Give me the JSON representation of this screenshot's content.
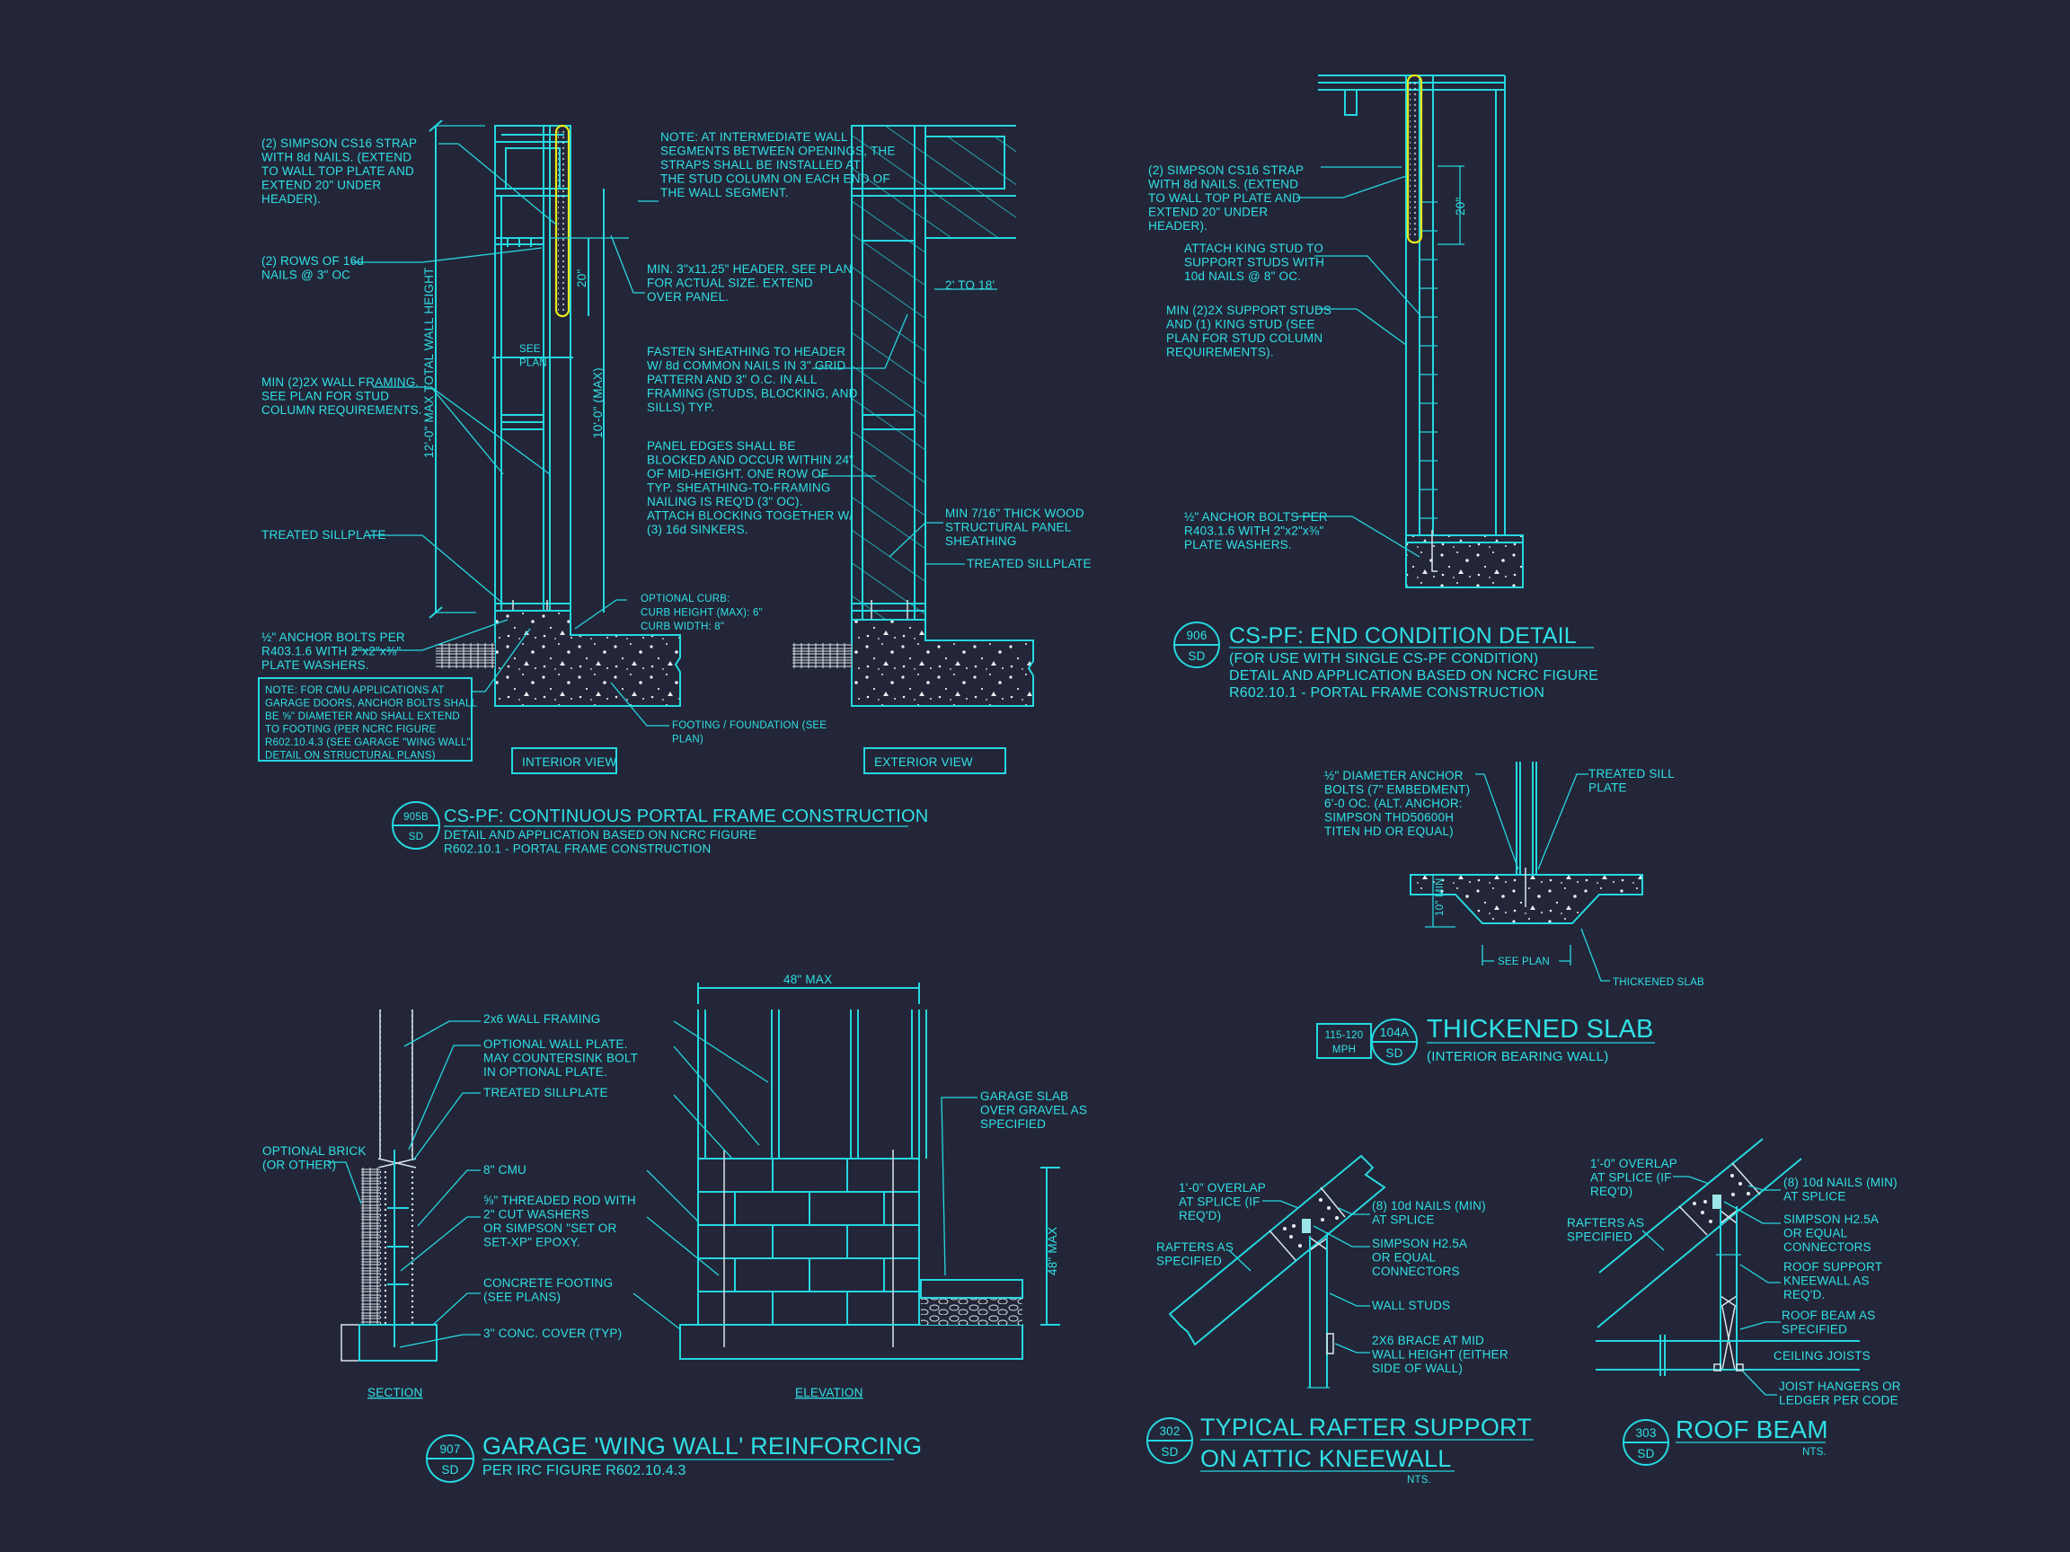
{
  "colors": {
    "background": "#232638",
    "linework": "#25d8e0",
    "strap": "#e8e81a"
  },
  "d905b": {
    "notes": {
      "strap": [
        "(2) SIMPSON CS16 STRAP",
        "WITH 8d NAILS. (EXTEND",
        "TO WALL TOP PLATE AND",
        "EXTEND 20\" UNDER",
        "HEADER)."
      ],
      "rows": [
        "(2) ROWS OF 16d",
        "NAILS @ 3\" OC"
      ],
      "framing": [
        "MIN (2)2X WALL FRAMING.",
        "SEE PLAN FOR STUD",
        "COLUMN REQUIREMENTS."
      ],
      "sillplate": [
        "TREATED SILLPLATE"
      ],
      "anchor": [
        "½\" ANCHOR BOLTS PER",
        "R403.1.6 WITH 2\"x2\"x⅜\"",
        "PLATE WASHERS."
      ],
      "cmu": [
        "NOTE: FOR CMU APPLICATIONS AT",
        "GARAGE DOORS, ANCHOR BOLTS SHALL",
        "BE ⅝\" DIAMETER AND SHALL EXTEND",
        "TO FOOTING (PER NCRC FIGURE",
        "R602.10.4.3 (SEE GARAGE \"WING WALL\"",
        "DETAIL ON STRUCTURAL PLANS)"
      ],
      "intermediate": [
        "NOTE: AT INTERMEDIATE WALL",
        "SEGMENTS BETWEEN OPENINGS, THE",
        "STRAPS SHALL BE INSTALLED AT",
        "THE STUD COLUMN ON EACH END OF",
        "THE WALL SEGMENT."
      ],
      "header": [
        "MIN. 3\"x11.25\" HEADER. SEE PLAN",
        "FOR ACTUAL SIZE. EXTEND",
        "OVER PANEL."
      ],
      "fasten": [
        "FASTEN SHEATHING TO HEADER",
        "W/ 8d COMMON NAILS IN 3\" GRID",
        "PATTERN AND 3\" O.C. IN ALL",
        "FRAMING (STUDS, BLOCKING, AND",
        "SILLS) TYP."
      ],
      "panel": [
        "PANEL EDGES SHALL BE",
        "BLOCKED AND OCCUR WITHIN 24\"",
        "OF MID-HEIGHT.  ONE ROW OF",
        "TYP. SHEATHING-TO-FRAMING",
        "NAILING IS REQ'D (3\" OC).",
        "ATTACH BLOCKING TOGETHER W/",
        "(3) 16d SINKERS."
      ],
      "sheathing": [
        "MIN 7/16\" THICK WOOD",
        "STRUCTURAL PANEL",
        "SHEATHING"
      ],
      "sillplate_ext": [
        "TREATED SILLPLATE"
      ],
      "curb": [
        "OPTIONAL CURB:",
        "CURB HEIGHT (MAX): 6\"",
        "CURB WIDTH: 8\""
      ],
      "footing": [
        "FOOTING / FOUNDATION (SEE",
        "PLAN)"
      ]
    },
    "dims": {
      "total_height": "12'-0\" MAX TOTAL WALL HEIGHT",
      "max_height": "10'-0\" (MAX)",
      "strap_len": "20\"",
      "see_plan": [
        "SEE",
        "PLAN"
      ],
      "width_range": "2' TO 18'"
    },
    "views": {
      "interior": "INTERIOR VIEW",
      "exterior": "EXTERIOR VIEW"
    },
    "tag": {
      "number": "905B",
      "sheet": "SD"
    },
    "title": "CS-PF: CONTINUOUS PORTAL FRAME CONSTRUCTION",
    "subtitle": [
      "DETAIL AND APPLICATION BASED ON NCRC FIGURE",
      "R602.10.1 - PORTAL FRAME CONSTRUCTION"
    ]
  },
  "d906": {
    "notes": {
      "strap": [
        "(2) SIMPSON CS16 STRAP",
        "WITH 8d NAILS. (EXTEND",
        "TO WALL TOP PLATE AND",
        "EXTEND 20\" UNDER",
        "HEADER)."
      ],
      "king": [
        "ATTACH KING STUD TO",
        "SUPPORT STUDS WITH",
        "10d NAILS @ 8\" OC."
      ],
      "support": [
        "MIN (2)2X SUPPORT STUDS",
        "AND (1) KING STUD (SEE",
        "PLAN FOR STUD COLUMN",
        "REQUIREMENTS)."
      ],
      "anchor": [
        "½\" ANCHOR BOLTS PER",
        "R403.1.6 WITH 2\"x2\"x⅜\"",
        "PLATE WASHERS."
      ]
    },
    "dims": {
      "strap_len": "20\""
    },
    "tag": {
      "number": "906",
      "sheet": "SD"
    },
    "title": "CS-PF: END CONDITION DETAIL",
    "subtitle": [
      "(FOR USE WITH SINGLE CS-PF CONDITION)",
      "DETAIL AND APPLICATION BASED ON NCRC FIGURE",
      "R602.10.1 - PORTAL FRAME CONSTRUCTION"
    ]
  },
  "d104a": {
    "notes": {
      "anchor": [
        "½\" DIAMETER ANCHOR",
        "BOLTS (7\" EMBEDMENT)",
        "6'-0 OC. (ALT. ANCHOR:",
        "SIMPSON THD50600H",
        "TITEN HD OR EQUAL)"
      ],
      "sill": [
        "TREATED SILL",
        "PLATE"
      ],
      "slab": [
        "THICKENED SLAB"
      ]
    },
    "dims": {
      "depth": "10\" MIN",
      "see_plan": "SEE PLAN"
    },
    "wind": [
      "115-120",
      "MPH"
    ],
    "tag": {
      "number": "104A",
      "sheet": "SD"
    },
    "title": "THICKENED SLAB",
    "subtitle": "(INTERIOR BEARING WALL)"
  },
  "d907": {
    "notes": {
      "framing": [
        "2x6 WALL FRAMING"
      ],
      "plate": [
        "OPTIONAL WALL PLATE.",
        "MAY COUNTERSINK BOLT",
        "IN OPTIONAL PLATE."
      ],
      "sill": [
        "TREATED SILLPLATE"
      ],
      "brick": [
        "OPTIONAL BRICK",
        "(OR OTHER)"
      ],
      "cmu": [
        "8\" CMU"
      ],
      "rod": [
        "⅝\" THREADED ROD WITH",
        "2\" CUT WASHERS",
        "OR SIMPSON \"SET OR",
        "SET-XP\" EPOXY."
      ],
      "footing": [
        "CONCRETE FOOTING",
        "(SEE PLANS)"
      ],
      "cover": [
        "3\" CONC. COVER (TYP)"
      ],
      "slab": [
        "GARAGE SLAB",
        "OVER GRAVEL AS",
        "SPECIFIED"
      ]
    },
    "dims": {
      "width": "48\" MAX",
      "height": "48\" MAX"
    },
    "views": {
      "section": "SECTION",
      "elevation": "ELEVATION"
    },
    "tag": {
      "number": "907",
      "sheet": "SD"
    },
    "title": "GARAGE 'WING WALL' REINFORCING",
    "subtitle": "PER IRC FIGURE R602.10.4.3"
  },
  "d302": {
    "notes": {
      "overlap": [
        "1'-0\" OVERLAP",
        "AT SPLICE (IF",
        "REQ'D)"
      ],
      "rafters": [
        "RAFTERS AS",
        "SPECIFIED"
      ],
      "nails": [
        "(8) 10d NAILS (MIN)",
        "AT SPLICE"
      ],
      "simpson": [
        "SIMPSON H2.5A",
        "OR EQUAL",
        "CONNECTORS"
      ],
      "studs": [
        "WALL STUDS"
      ],
      "brace": [
        "2X6 BRACE AT MID",
        "WALL HEIGHT (EITHER",
        "SIDE OF WALL)"
      ]
    },
    "tag": {
      "number": "302",
      "sheet": "SD"
    },
    "title": [
      "TYPICAL RAFTER SUPPORT",
      "ON ATTIC KNEEWALL"
    ],
    "scale": "NTS."
  },
  "d303": {
    "notes": {
      "overlap": [
        "1'-0\" OVERLAP",
        "AT SPLICE (IF",
        "REQ'D)"
      ],
      "rafters": [
        "RAFTERS AS",
        "SPECIFIED"
      ],
      "nails": [
        "(8) 10d NAILS (MIN)",
        "AT SPLICE"
      ],
      "simpson": [
        "SIMPSON H2.5A",
        "OR EQUAL",
        "CONNECTORS"
      ],
      "kneewall": [
        "ROOF SUPPORT",
        "KNEEWALL AS",
        "REQ'D."
      ],
      "beam": [
        "ROOF BEAM AS",
        "SPECIFIED"
      ],
      "joists": [
        "CEILING JOISTS"
      ],
      "hangers": [
        "JOIST HANGERS OR",
        "LEDGER PER CODE"
      ]
    },
    "tag": {
      "number": "303",
      "sheet": "SD"
    },
    "title": "ROOF BEAM",
    "scale": "NTS."
  }
}
